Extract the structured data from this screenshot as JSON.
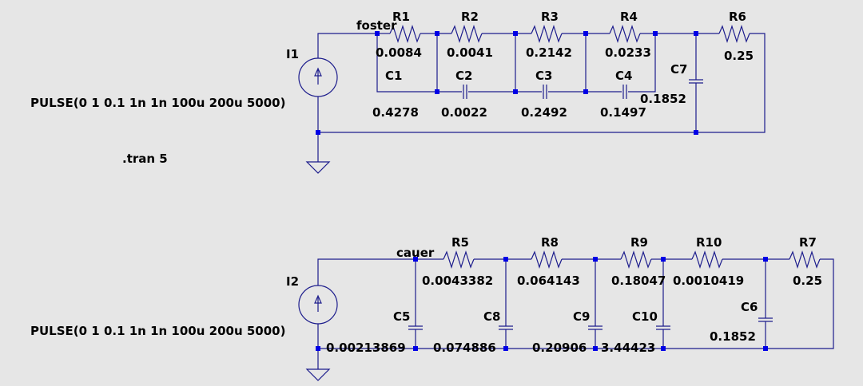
{
  "directive": ".tran 5",
  "foster": {
    "net_label": "foster",
    "source": {
      "name": "I1",
      "value": "PULSE(0 1 0.1 1n 1n 100u 200u 5000)"
    },
    "resistors": [
      {
        "name": "R1",
        "value": "0.0084"
      },
      {
        "name": "R2",
        "value": "0.0041"
      },
      {
        "name": "R3",
        "value": "0.2142"
      },
      {
        "name": "R4",
        "value": "0.0233"
      },
      {
        "name": "R6",
        "value": "0.25"
      }
    ],
    "capacitors": [
      {
        "name": "C1",
        "value": "0.4278"
      },
      {
        "name": "C2",
        "value": "0.0022"
      },
      {
        "name": "C3",
        "value": "0.2492"
      },
      {
        "name": "C4",
        "value": "0.1497"
      },
      {
        "name": "C7",
        "value": "0.1852"
      }
    ]
  },
  "cauer": {
    "net_label": "cauer",
    "source": {
      "name": "I2",
      "value": "PULSE(0 1 0.1 1n 1n 100u 200u 5000)"
    },
    "resistors": [
      {
        "name": "R5",
        "value": "0.0043382"
      },
      {
        "name": "R8",
        "value": "0.064143"
      },
      {
        "name": "R9",
        "value": "0.18047"
      },
      {
        "name": "R10",
        "value": "0.0010419"
      },
      {
        "name": "R7",
        "value": "0.25"
      }
    ],
    "capacitors": [
      {
        "name": "C5",
        "value": "0.00213869"
      },
      {
        "name": "C8",
        "value": "0.074886"
      },
      {
        "name": "C9",
        "value": "0.20906"
      },
      {
        "name": "C10",
        "value": "3.44423"
      },
      {
        "name": "C6",
        "value": "0.1852"
      }
    ]
  },
  "colors": {
    "wire": "#1c1c8c",
    "node": "#0000e6",
    "background": "#e6e6e6"
  }
}
